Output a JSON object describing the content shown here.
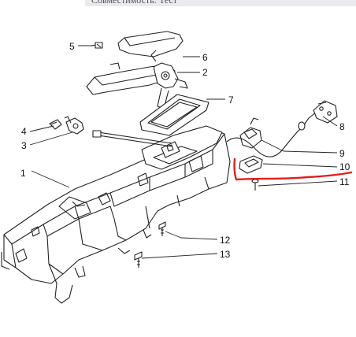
{
  "banner": {
    "text": "Совместимость: Тест"
  },
  "callouts": [
    "1",
    "2",
    "3",
    "4",
    "5",
    "6",
    "7",
    "8",
    "9",
    "10",
    "11",
    "12",
    "13"
  ],
  "colors": {
    "line": "#222222",
    "annotation": "#e0201e",
    "banner_bg": "#e9ebee"
  }
}
